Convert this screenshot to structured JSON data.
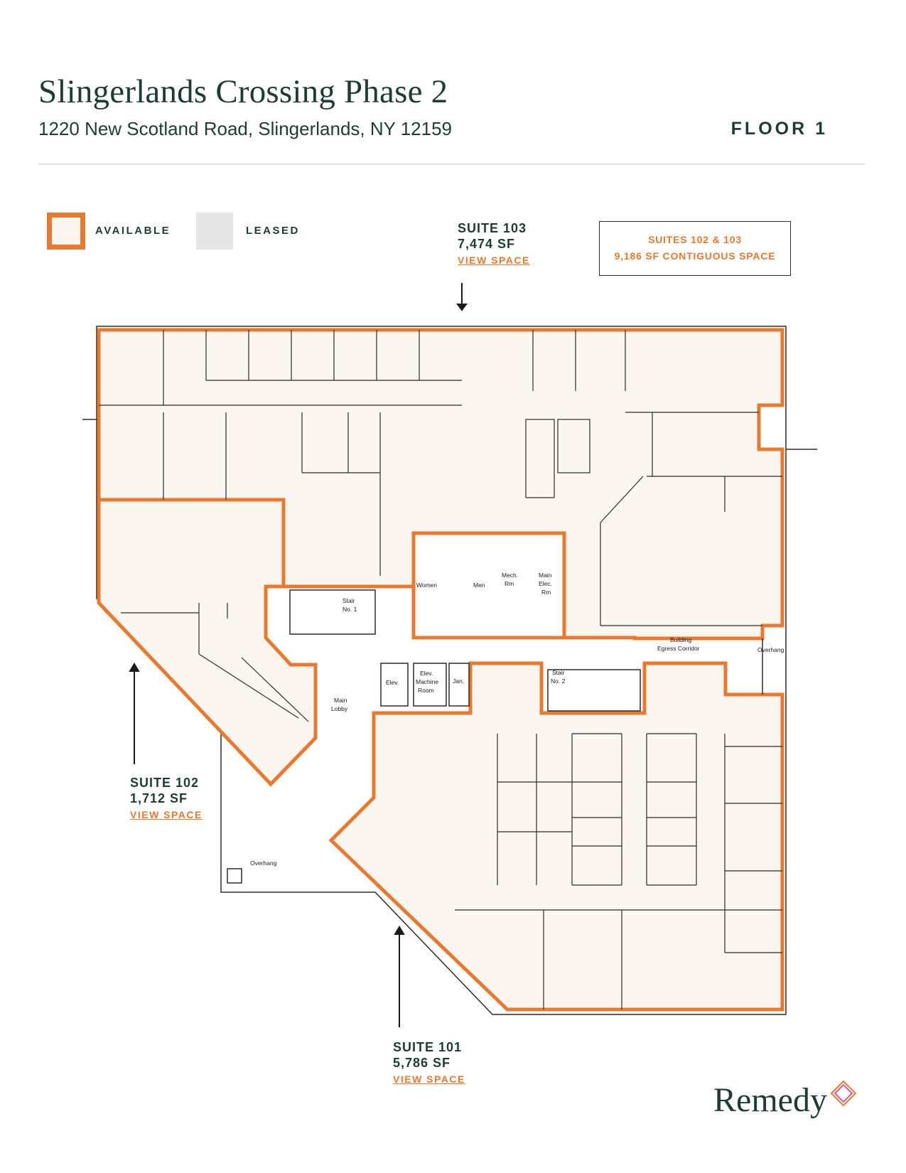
{
  "header": {
    "title": "Slingerlands Crossing Phase 2",
    "address": "1220 New Scotland Road, Slingerlands, NY 12159",
    "floor": "FLOOR 1"
  },
  "legend": {
    "available": "AVAILABLE",
    "leased": "LEASED"
  },
  "suites": {
    "s103": {
      "name": "SUITE 103",
      "sf": "7,474 SF",
      "link": "VIEW SPACE"
    },
    "s102": {
      "name": "SUITE 102",
      "sf": "1,712 SF",
      "link": "VIEW SPACE"
    },
    "s101": {
      "name": "SUITE 101",
      "sf": "5,786 SF",
      "link": "VIEW SPACE"
    }
  },
  "contiguous": {
    "line1": "SUITES 102 & 103",
    "line2": "9,186 SF CONTIGUOUS SPACE"
  },
  "rooms": {
    "stair1": [
      "Stair",
      "No. 1"
    ],
    "women": "Women",
    "men": "Men",
    "mech": [
      "Mech.",
      "Rm"
    ],
    "main_elec": [
      "Main",
      "Elec.",
      "Rm"
    ],
    "egress": [
      "Building",
      "Egress Corridor"
    ],
    "overhang_right": "Overhang",
    "elev": "Elev.",
    "elev_machine": [
      "Elev.",
      "Machine",
      "Room"
    ],
    "jan": "Jan.",
    "stair2": [
      "Stair",
      "No. 2"
    ],
    "main_lobby": [
      "Main",
      "Lobby"
    ],
    "overhang_bottom": "Overhang"
  },
  "colors": {
    "available_outline": "#e8792f",
    "available_fill": "#fcf6f1",
    "leased_fill": "#e6e6e6",
    "brand_dark": "#1f3b35"
  },
  "brand": {
    "logo_text": "Remedy"
  }
}
